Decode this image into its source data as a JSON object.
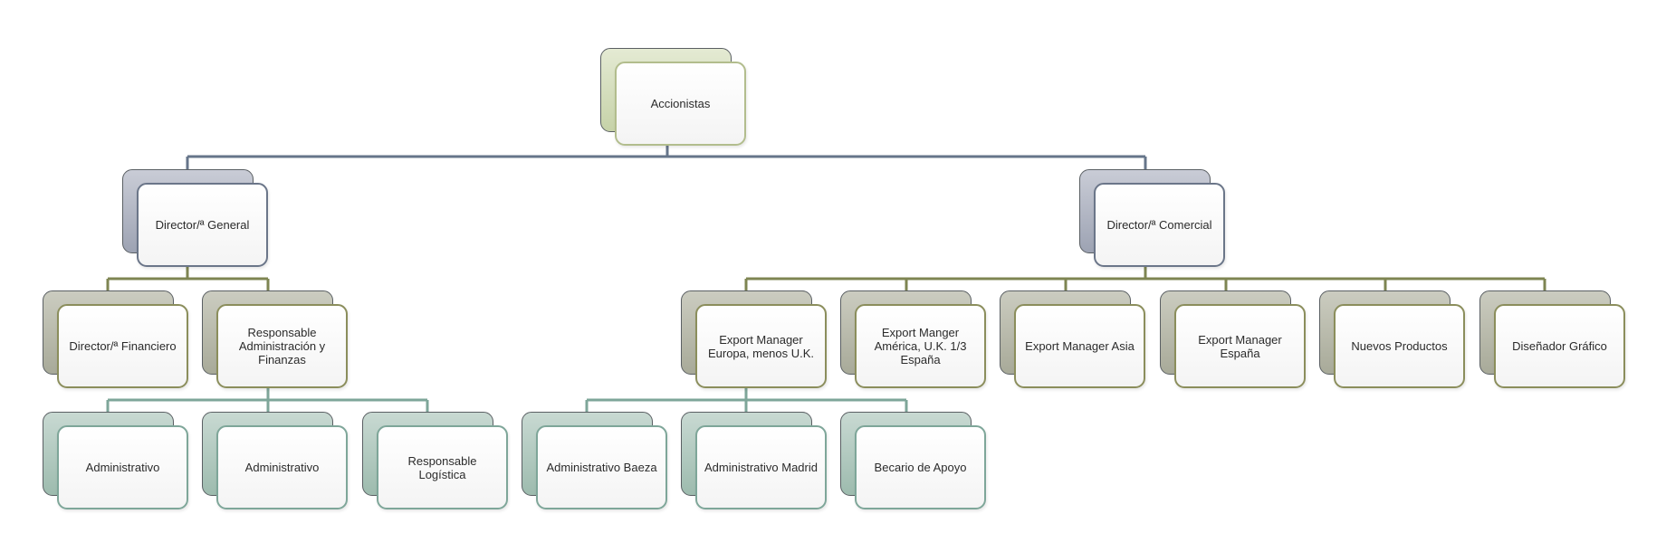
{
  "org_chart": {
    "root": {
      "label": "Accionistas"
    },
    "directors": [
      {
        "label": "Director/ª General"
      },
      {
        "label": "Director/ª Comercial"
      }
    ],
    "general_reports": [
      {
        "label": "Director/ª  Financiero"
      },
      {
        "label": "Responsable Administración y Finanzas"
      }
    ],
    "commercial_reports": [
      {
        "label": "Export Manager Europa, menos U.K."
      },
      {
        "label": "Export Manger América, U.K. 1/3 España"
      },
      {
        "label": "Export Manager Asia"
      },
      {
        "label": "Export Manager España"
      },
      {
        "label": "Nuevos Productos"
      },
      {
        "label": "Diseñador Gráfico"
      }
    ],
    "finance_staff": [
      {
        "label": "Administrativo"
      },
      {
        "label": "Administrativo"
      },
      {
        "label": "Responsable Logística"
      }
    ],
    "europe_staff": [
      {
        "label": "Administrativo Baeza"
      },
      {
        "label": "Administrativo Madrid"
      },
      {
        "label": "Becario de Apoyo"
      }
    ]
  },
  "colors": {
    "connector_level1": "#66758a",
    "connector_level2": "#7e8552",
    "connector_level3": "#7ea699"
  }
}
